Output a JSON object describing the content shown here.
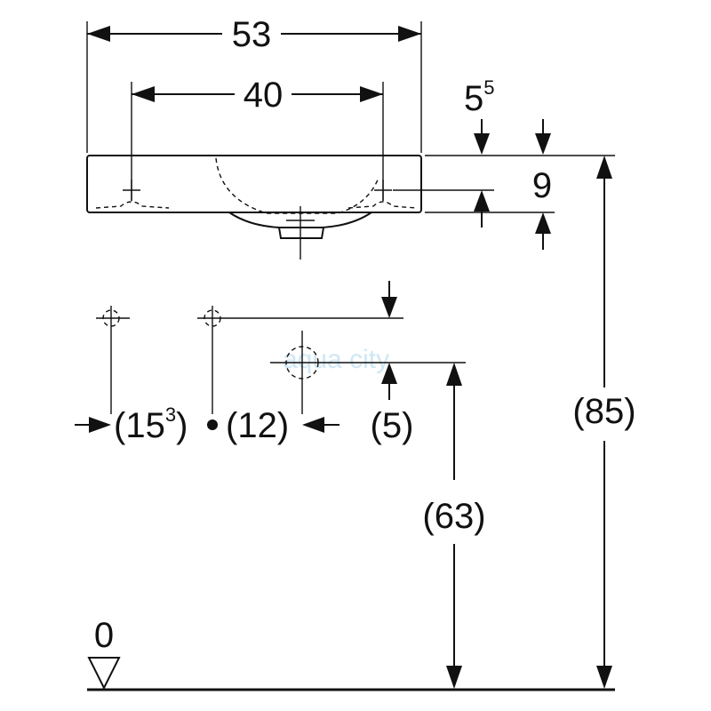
{
  "dimensions": {
    "overall_width": "53",
    "tap_spacing": "40",
    "offset_top": "5",
    "offset_top_sup": "5",
    "rim_height": "9",
    "left_waste_offset_base": "(15",
    "left_waste_offset_sup": "3",
    "left_waste_offset_close": ")",
    "right_waste_offset": "(12)",
    "trap_offset": "(5)",
    "waste_height": "(63)",
    "total_height": "(85)",
    "floor_level": "0"
  },
  "watermark": "aqua city",
  "colors": {
    "line": "#111111",
    "watermark": "#bfe0f2"
  }
}
